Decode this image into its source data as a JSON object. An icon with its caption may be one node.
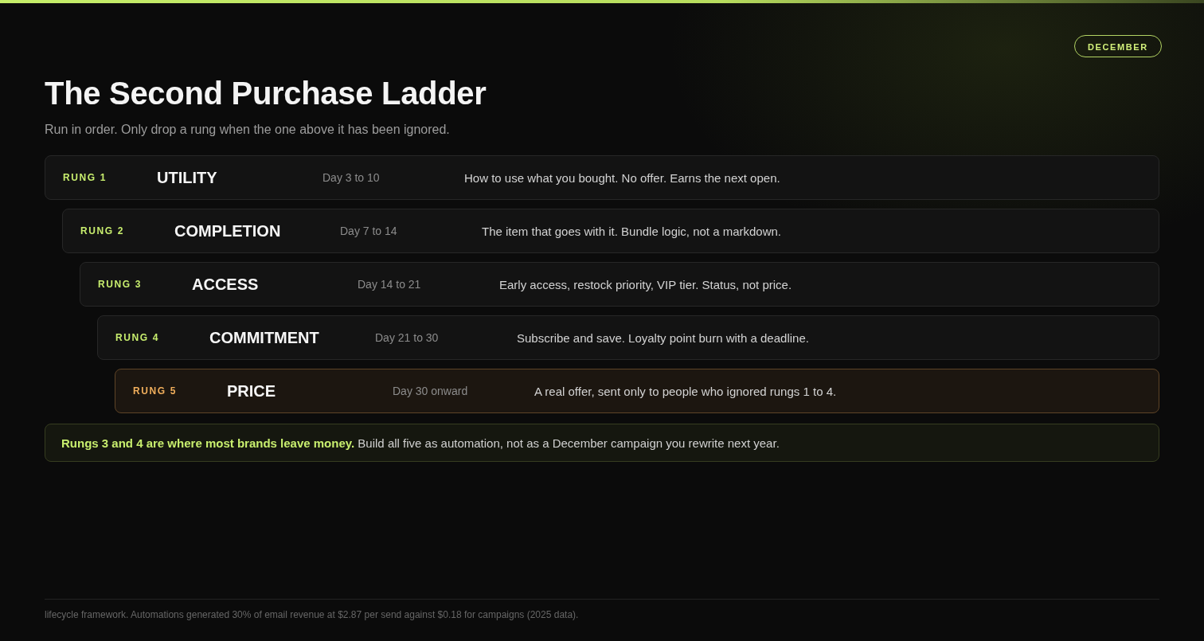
{
  "diagram": {
    "title": "The Second Purchase Ladder",
    "caption": "lifecycle framework. Automations generated 30% of email revenue at $2.87 per send against $0.18 for campaigns (2025 data).",
    "nodes": [
      {
        "text": [
          "DECEMBER"
        ]
      },
      {
        "text": [
          "RUNG 1",
          "UTILITY",
          "Day 3 to 10",
          "How to use what you bought. No offer. Earns the next open."
        ]
      },
      {
        "text": [
          "RUNG 2",
          "COMPLETION",
          "Day 7 to 14",
          "The item that goes with it. Bundle logic, not a markdown."
        ]
      },
      {
        "text": [
          "RUNG 3",
          "ACCESS",
          "Day 14 to 21",
          "Early access, restock priority, VIP tier. Status, not price."
        ]
      },
      {
        "text": [
          "RUNG 4",
          "COMMITMENT",
          "Day 21 to 30",
          "Subscribe and save. Loyalty point burn with a deadline."
        ]
      },
      {
        "text": [
          "RUNG 5",
          "PRICE",
          "Day 30 onward",
          "A real offer, sent only to people who ignored rungs 1 to 4."
        ]
      },
      {
        "text": [
          "**Rungs 3 and 4 are where most brands leave money.** Build all five as automation, not as a December campaign you rewrite next year."
        ]
      }
    ],
    "labels": [
      "Run in order. Only drop a rung when the one above it has been ignored."
    ]
  }
}
